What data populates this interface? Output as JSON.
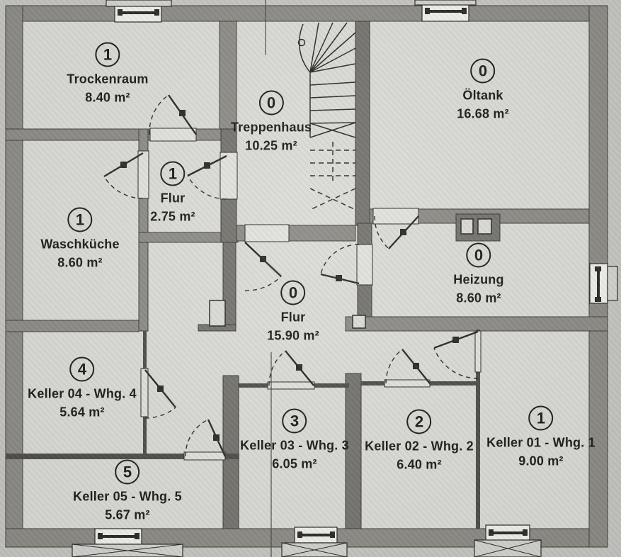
{
  "plan_type": "basement-floor-plan",
  "rooms": [
    {
      "id": "trockenraum",
      "number": "1",
      "name": "Trockenraum",
      "area": "8.40 m²"
    },
    {
      "id": "treppenhaus",
      "number": "0",
      "name": "Treppenhaus",
      "area": "10.25 m²"
    },
    {
      "id": "oeltank",
      "number": "0",
      "name": "Öltank",
      "area": "16.68 m²"
    },
    {
      "id": "flur-klein",
      "number": "1",
      "name": "Flur",
      "area": "2.75 m²"
    },
    {
      "id": "waschkueche",
      "number": "1",
      "name": "Waschküche",
      "area": "8.60 m²"
    },
    {
      "id": "flur-gross",
      "number": "0",
      "name": "Flur",
      "area": "15.90 m²"
    },
    {
      "id": "heizung",
      "number": "0",
      "name": "Heizung",
      "area": "8.60 m²"
    },
    {
      "id": "keller04",
      "number": "4",
      "name": "Keller 04 - Whg. 4",
      "area": "5.64 m²"
    },
    {
      "id": "keller05",
      "number": "5",
      "name": "Keller 05 - Whg. 5",
      "area": "5.67 m²"
    },
    {
      "id": "keller03",
      "number": "3",
      "name": "Keller 03 - Whg. 3",
      "area": "6.05 m²"
    },
    {
      "id": "keller02",
      "number": "2",
      "name": "Keller 02 - Whg. 2",
      "area": "6.40 m²"
    },
    {
      "id": "keller01",
      "number": "1",
      "name": "Keller 01 - Whg. 1",
      "area": "9.00 m²"
    }
  ],
  "colors": {
    "outside": "#c7c7c3",
    "floor": "#dcdcd8",
    "wall": "#8e8c86",
    "wall_dark": "#76746e",
    "wall_thin": "#504e4a",
    "line": "#2b2a27"
  }
}
